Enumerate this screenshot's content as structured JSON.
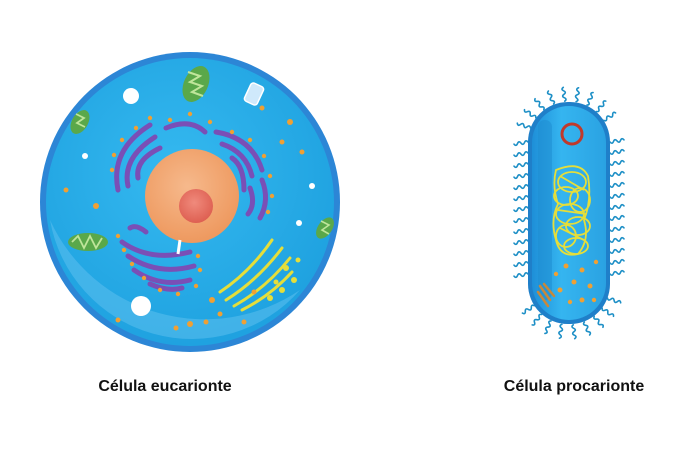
{
  "labels": {
    "eukaryote": "Célula eucarionte",
    "prokaryote": "Célula procarionte"
  },
  "colors": {
    "cytoplasm": "#27aeea",
    "membrane": "#2f7fd1",
    "nucleus": "#f3a876",
    "nucleolus": "#e56b5d",
    "golgi": "#7b52b5",
    "mitochondria": "#7cc45b",
    "ribosome": "#f0a033",
    "er_smooth": "#e5de3a",
    "plasmid": "#c0392b",
    "flagella": "#1d8fc6"
  },
  "icons": {
    "eukaryotic_cell": "eukaryotic-cell-illustration",
    "prokaryotic_cell": "prokaryotic-cell-illustration"
  }
}
